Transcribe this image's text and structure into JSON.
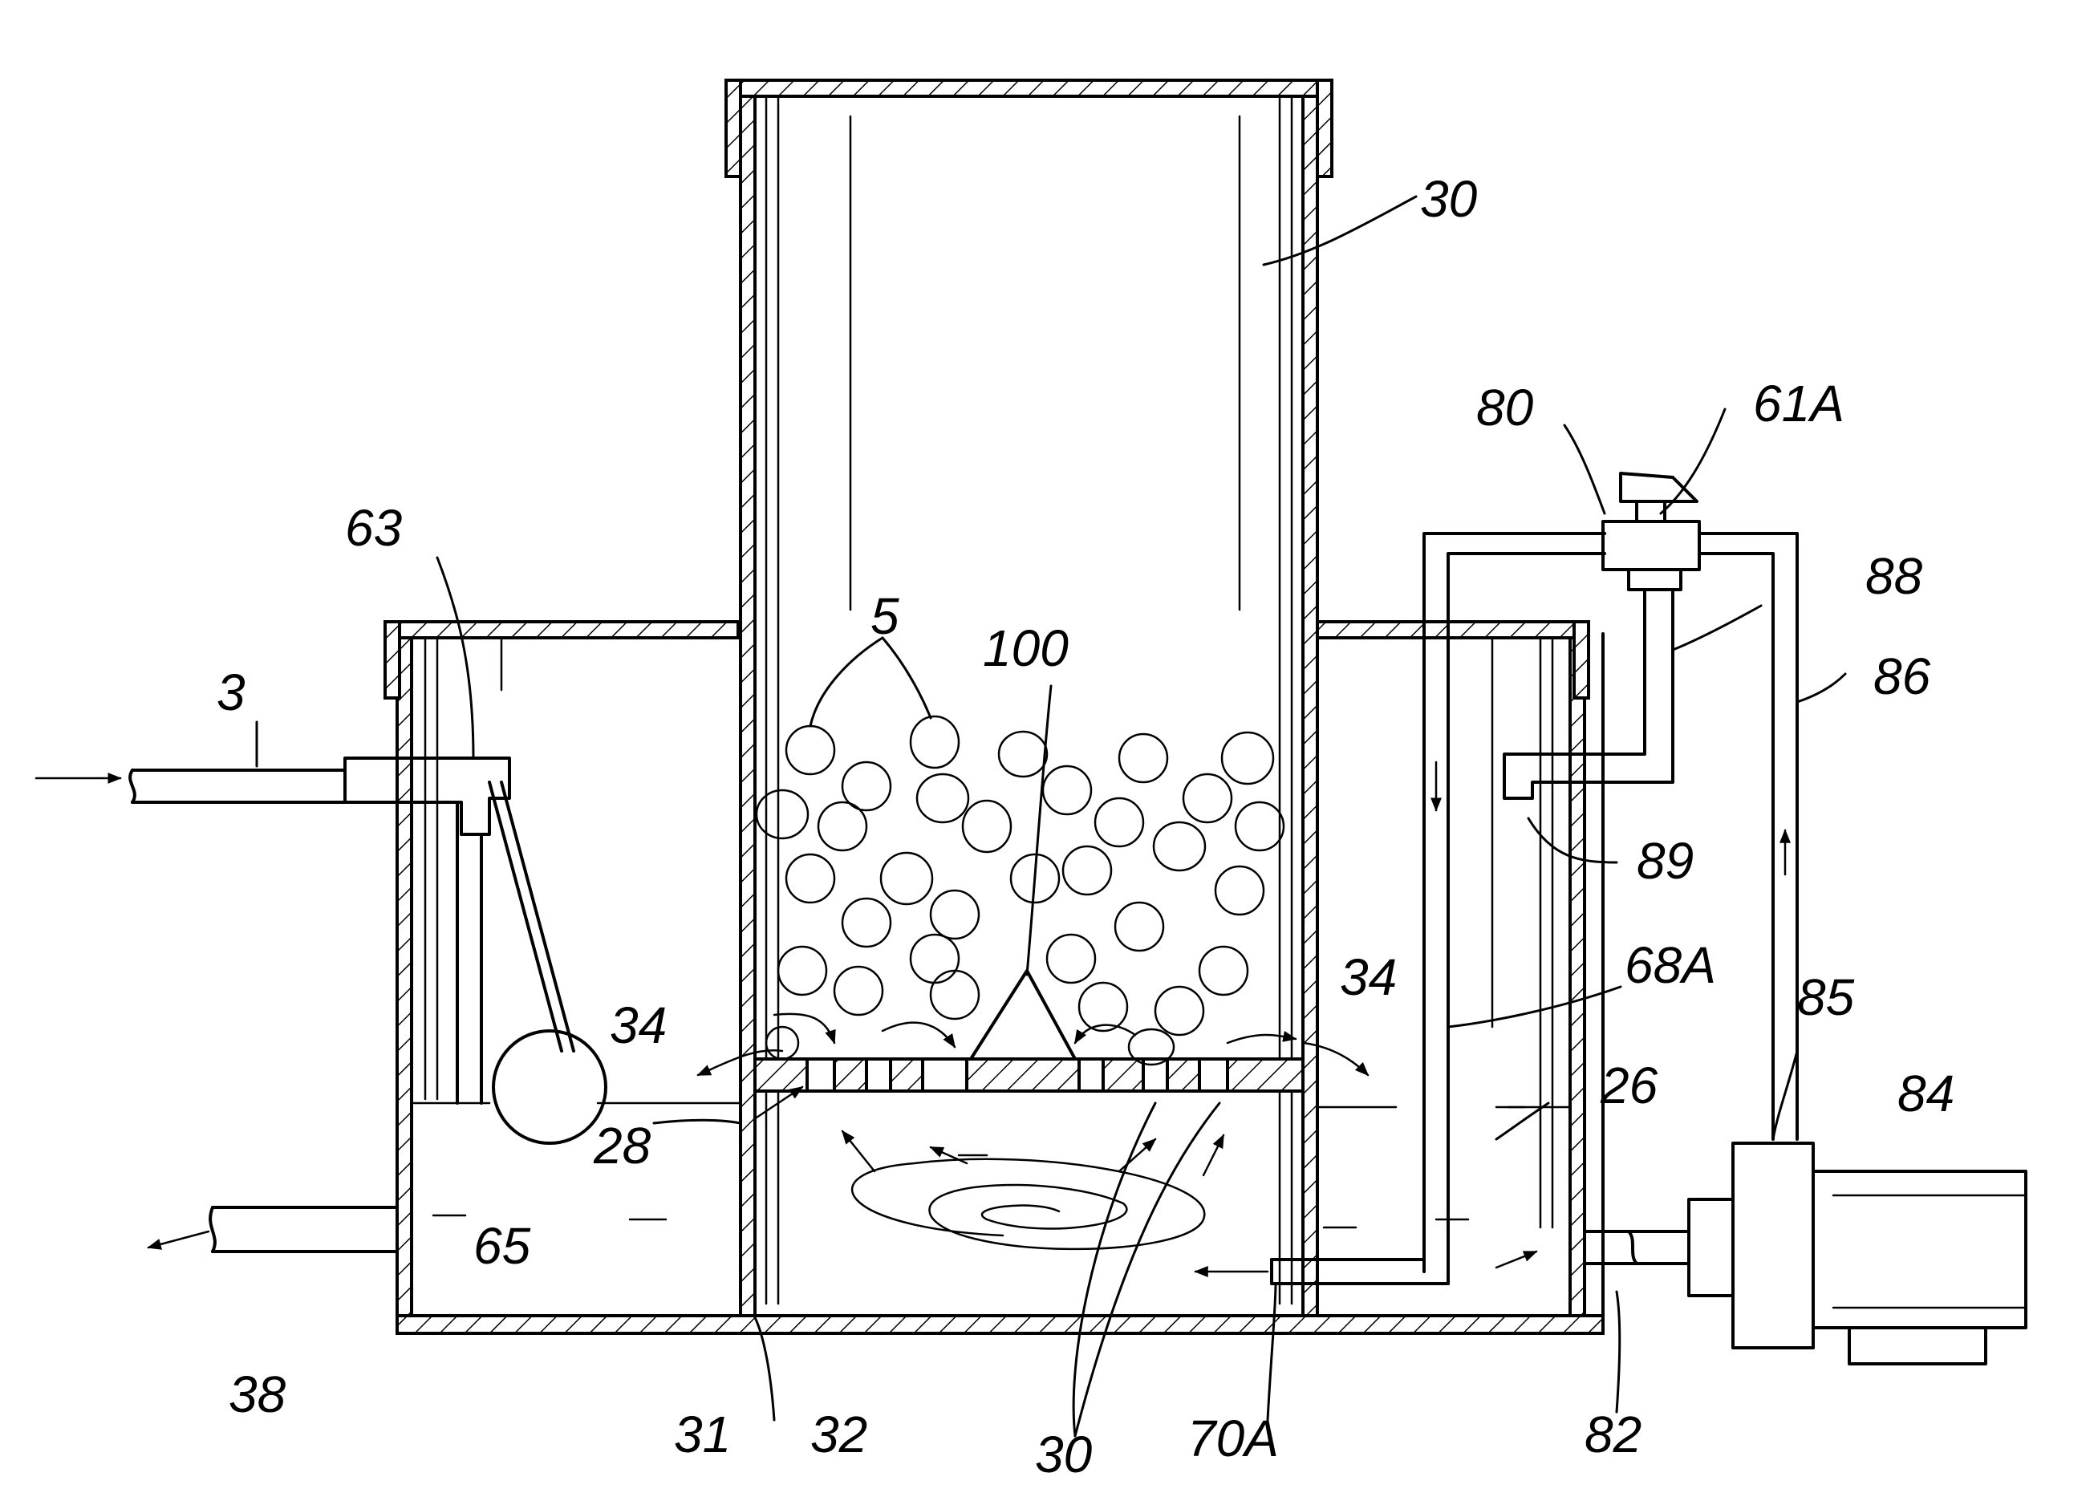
{
  "labels": {
    "l30_top": "30",
    "l30_bottom": "30",
    "l5": "5",
    "l100": "100",
    "l3": "3",
    "l63": "63",
    "l65": "65",
    "l38": "38",
    "l34_left": "34",
    "l34_right": "34",
    "l28": "28",
    "l31": "31",
    "l32": "32",
    "l70A": "70A",
    "l82": "82",
    "l80": "80",
    "l61A": "61A",
    "l88": "88",
    "l86": "86",
    "l89": "89",
    "l68A": "68A",
    "l85": "85",
    "l84": "84",
    "l26": "26"
  }
}
